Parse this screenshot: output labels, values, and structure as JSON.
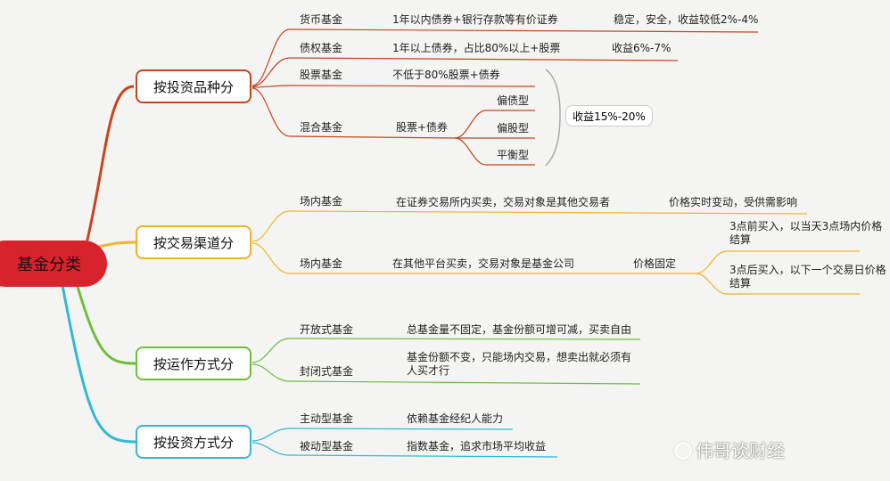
{
  "root": "基金分类",
  "groups": [
    {
      "label": "按投资品种分",
      "color": "#c9431d"
    },
    {
      "label": "按交易渠道分",
      "color": "#f0b429"
    },
    {
      "label": "按运作方式分",
      "color": "#6cbf3a"
    },
    {
      "label": "按投资方式分",
      "color": "#33b8d4"
    }
  ],
  "g1": {
    "items": [
      {
        "name": "货币基金",
        "desc": "1年以内债券+银行存款等有价证券",
        "note": "稳定，安全，收益较低2%-4%"
      },
      {
        "name": "债权基金",
        "desc": "1年以上债券，占比80%以上+股票",
        "note": "收益6%-7%"
      },
      {
        "name": "股票基金",
        "desc": "不低于80%股票+债券"
      },
      {
        "name": "混合基金",
        "desc": "股票+债券",
        "subs": [
          "偏债型",
          "偏股型",
          "平衡型"
        ]
      }
    ],
    "summary": "收益15%-20%"
  },
  "g2": {
    "items": [
      {
        "name": "场内基金",
        "desc": "在证券交易所内买卖，交易对象是其他交易者",
        "note": "价格实时变动，受供需影响"
      },
      {
        "name": "场内基金",
        "desc": "在其他平台买卖，交易对象是基金公司",
        "note": "价格固定",
        "subs": [
          "3点前买入，以当天3点场内价格结算",
          "3点后买入，以下一个交易日价格结算"
        ]
      }
    ]
  },
  "g3": {
    "items": [
      {
        "name": "开放式基金",
        "desc": "总基金量不固定，基金份额可增可减，买卖自由"
      },
      {
        "name": "封闭式基金",
        "desc": "基金份额不变，只能场内交易，想卖出就必须有人买才行"
      }
    ]
  },
  "g4": {
    "items": [
      {
        "name": "主动型基金",
        "desc": "依赖基金经纪人能力"
      },
      {
        "name": "被动型基金",
        "desc": "指数基金，追求市场平均收益"
      }
    ]
  },
  "watermark": "伟哥谈财经"
}
